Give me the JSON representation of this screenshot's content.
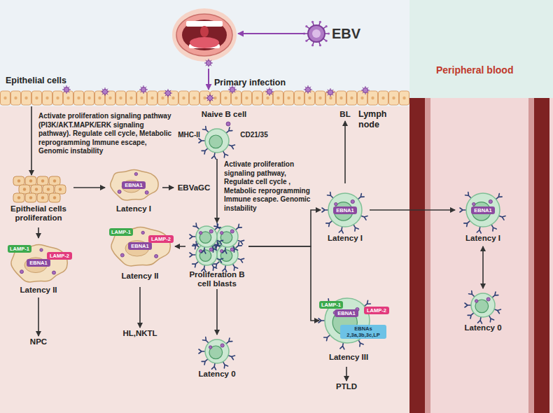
{
  "diagram": {
    "nodes": [
      {
        "text": [
          "EBV"
        ]
      },
      {
        "text": [
          "Epithelial cells"
        ]
      },
      {
        "text": [
          "Lymph node"
        ]
      },
      {
        "text": [
          "Naive B cell",
          "MHC-II",
          "CD21/35"
        ],
        "in": 2
      },
      {
        "text": [
          "Epithelial cells proliferation"
        ],
        "in": 2
      },
      {
        "text": [
          "EBNA1",
          "Latency I"
        ],
        "in": 2
      },
      {
        "text": [
          "EBVaGC"
        ],
        "in": 2
      },
      {
        "text": [
          "LAMP-1",
          "EBNA1",
          "LAMP-2",
          "Latency II"
        ],
        "in": 2
      },
      {
        "text": [
          "NPC"
        ],
        "in": 2
      },
      {
        "text": [
          "Proliferation B cell blasts"
        ],
        "in": 2
      },
      {
        "text": [
          "LAMP-1",
          "EBNA1",
          "LAMP-2",
          "Latency II"
        ],
        "in": 2
      },
      {
        "text": [
          "HL,NKTL"
        ],
        "in": 2
      },
      {
        "text": [
          "Latency 0"
        ],
        "in": 2
      },
      {
        "text": [
          "EBNA1",
          "Latency I"
        ],
        "in": 2
      },
      {
        "text": [
          "BL"
        ],
        "in": 2
      },
      {
        "text": [
          "LAMP-1",
          "EBNA1",
          "LAMP-2",
          "EBNAs 2,3a,3b,3c,LP",
          "Latency III"
        ],
        "in": 2
      },
      {
        "text": [
          "PTLD"
        ],
        "in": 2
      },
      {
        "text": [
          "Peripheral blood"
        ]
      },
      {
        "text": [
          "EBNA1",
          "Latency I"
        ],
        "in": 17
      },
      {
        "text": [
          "Latency 0"
        ],
        "in": 17
      }
    ],
    "edges": [
      {
        "from": 1,
        "to": 4,
        "label": "Activate proliferation signaling pathway (PI3K/AKT.MAPK/ERK signaling pathway). Regulate cell cycle, Metabolic reprogramming Immune escape, Genomic instability",
        "arrow": "to"
      },
      {
        "from": 3,
        "to": 9,
        "label": "Activate proliferation signaling pathway, Regulate cell cycle , Metabolic reprogramming Immune escape. Genomic instability",
        "arrow": "to"
      },
      {
        "from": 4,
        "to": 5,
        "arrow": "to"
      },
      {
        "from": 5,
        "to": 6,
        "arrow": "to"
      },
      {
        "from": 4,
        "to": 7,
        "arrow": "to"
      },
      {
        "from": 7,
        "to": 8,
        "arrow": "to"
      },
      {
        "from": 9,
        "to": 10,
        "arrow": "to"
      },
      {
        "from": 10,
        "to": 11,
        "arrow": "to"
      },
      {
        "from": 9,
        "to": 12,
        "arrow": "to"
      },
      {
        "from": 9,
        "to": 13,
        "arrow": "to"
      },
      {
        "from": 9,
        "to": 15,
        "arrow": "to"
      },
      {
        "from": 13,
        "to": 14,
        "arrow": "to"
      },
      {
        "from": 15,
        "to": 16,
        "arrow": "to"
      },
      {
        "from": 13,
        "to": 18,
        "arrow": "to"
      },
      {
        "from": 18,
        "to": 19,
        "arrow": "both"
      }
    ],
    "labels": [
      "Primary infection"
    ]
  }
}
